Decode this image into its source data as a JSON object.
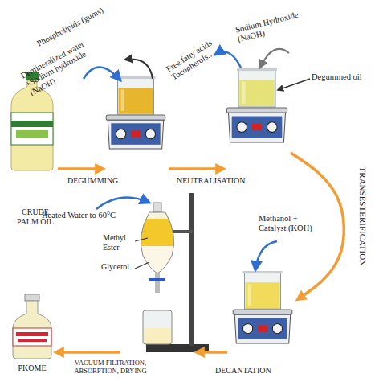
{
  "diagram": {
    "nodes": [
      {
        "text": [
          "CRUDE PALM OIL"
        ]
      },
      {
        "text": [
          "Phospholipids (gums)",
          "Demineralized water +Sodium hydroxide (NaOH)"
        ]
      },
      {
        "text": [
          "Sodium Hydroxide (NaOH)",
          "Free fatty acids Tocopherols...",
          "Degummed oil"
        ]
      },
      {
        "text": [
          "Methanol + Catalyst (KOH)"
        ]
      },
      {
        "text": [
          "Heated Water to 60°C",
          "Methyl Ester",
          "Glycerol"
        ]
      },
      {
        "text": [
          "PKOME"
        ]
      }
    ],
    "edges": [
      {
        "from": 0,
        "to": 1,
        "arrow": "to",
        "label": "DEGUMMING"
      },
      {
        "from": 1,
        "to": 2,
        "arrow": "to",
        "label": "NEUTRALISATION"
      },
      {
        "from": 2,
        "to": 3,
        "arrow": "to",
        "label": "TRANSESTERIFICATION"
      },
      {
        "from": 3,
        "to": 4,
        "arrow": "to",
        "label": "DECANTATION"
      },
      {
        "from": 4,
        "to": 5,
        "arrow": "to",
        "label": "VACUUM FILTRATION, ABSORPTION, DRYING"
      }
    ]
  }
}
